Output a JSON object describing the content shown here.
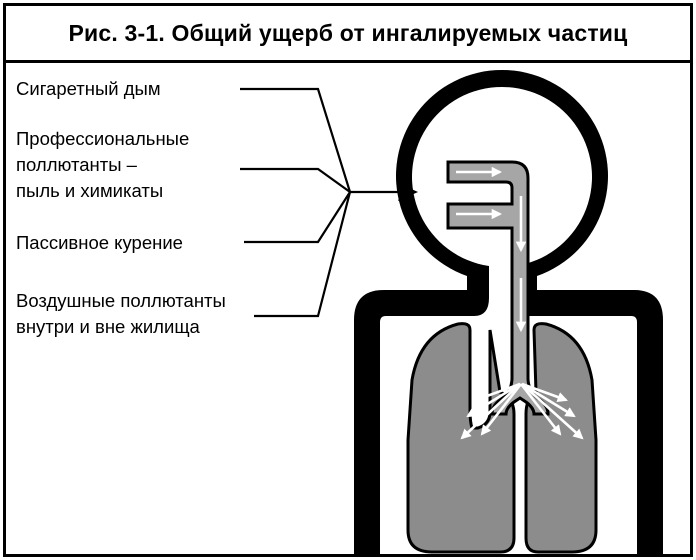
{
  "figure": {
    "title": "Рис. 3-1. Общий ущерб от ингалируемых частиц",
    "sources": [
      {
        "id": "cigarette",
        "lines": [
          "Сигаретный дым"
        ]
      },
      {
        "id": "occupational",
        "lines": [
          "Профессиональные",
          "поллютанты –",
          "пыль и химикаты"
        ]
      },
      {
        "id": "passive",
        "lines": [
          "Пассивное курение"
        ]
      },
      {
        "id": "air",
        "lines": [
          "Воздушные поллютанты",
          "внутри и вне жилища"
        ]
      }
    ]
  },
  "colors": {
    "outline": "#000000",
    "lungs": "#8c8c8c",
    "airway": "#a6a6a6",
    "arrows": "#ffffff"
  }
}
